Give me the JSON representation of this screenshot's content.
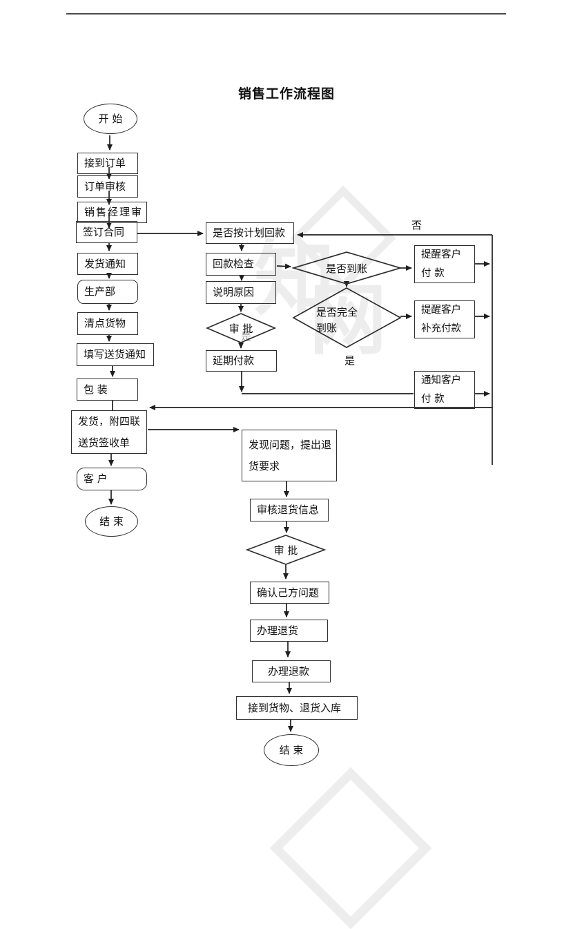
{
  "title": "销售工作流程图",
  "labels": {
    "no": "否",
    "yes": "是",
    "yes_mid": "是"
  },
  "watermark": {
    "char_top": "知",
    "char_bottom": "网"
  },
  "colors": {
    "line": "#1f1f1f",
    "shape_border": "#2e2e2e",
    "watermark": "#ededed",
    "top_rule": "#4a4a4a"
  },
  "nodes": {
    "start": "开  始",
    "receive_order": "接到订单",
    "order_review": "订单审核",
    "sales_manager_review": "销售经理审",
    "sign_contract": "签订合同",
    "delivery_notice": "发货通知",
    "production_dept": "生产部",
    "count_goods": "清点货物",
    "fill_delivery_note": "填写送货通知",
    "packaging": "包  装",
    "ship_goods": {
      "line1": "发货，附四联",
      "line2": "送货签收单"
    },
    "customer": "客   户",
    "end_left": "结  束",
    "plan_payment_check": "是否按计划回款",
    "payment_check": "回款检查",
    "explain_reason": "说明原因",
    "approval_mid": "审  批",
    "deferred_payment": "延期付款",
    "is_paid": "是否到账",
    "is_fully_paid": {
      "line1": "是否完全",
      "line2": "到账"
    },
    "remind_customer_pay": {
      "line1": "提醒客户",
      "line2": "付  款"
    },
    "remind_customer_supplement": {
      "line1": "提醒客户",
      "line2": "补充付款"
    },
    "notify_customer_pay": {
      "line1": "通知客户",
      "line2": "付  款"
    },
    "problem_return_request": {
      "line1": "发现问题，提出退",
      "line2": "货要求"
    },
    "review_return_info": "审核退货信息",
    "approval_bottom": "审  批",
    "confirm_own_problem": "确认己方问题",
    "handle_return": "办理退货",
    "handle_refund": "办理退款",
    "receive_goods_restock": "接到货物、退货入库",
    "end_bottom": "结  束"
  }
}
